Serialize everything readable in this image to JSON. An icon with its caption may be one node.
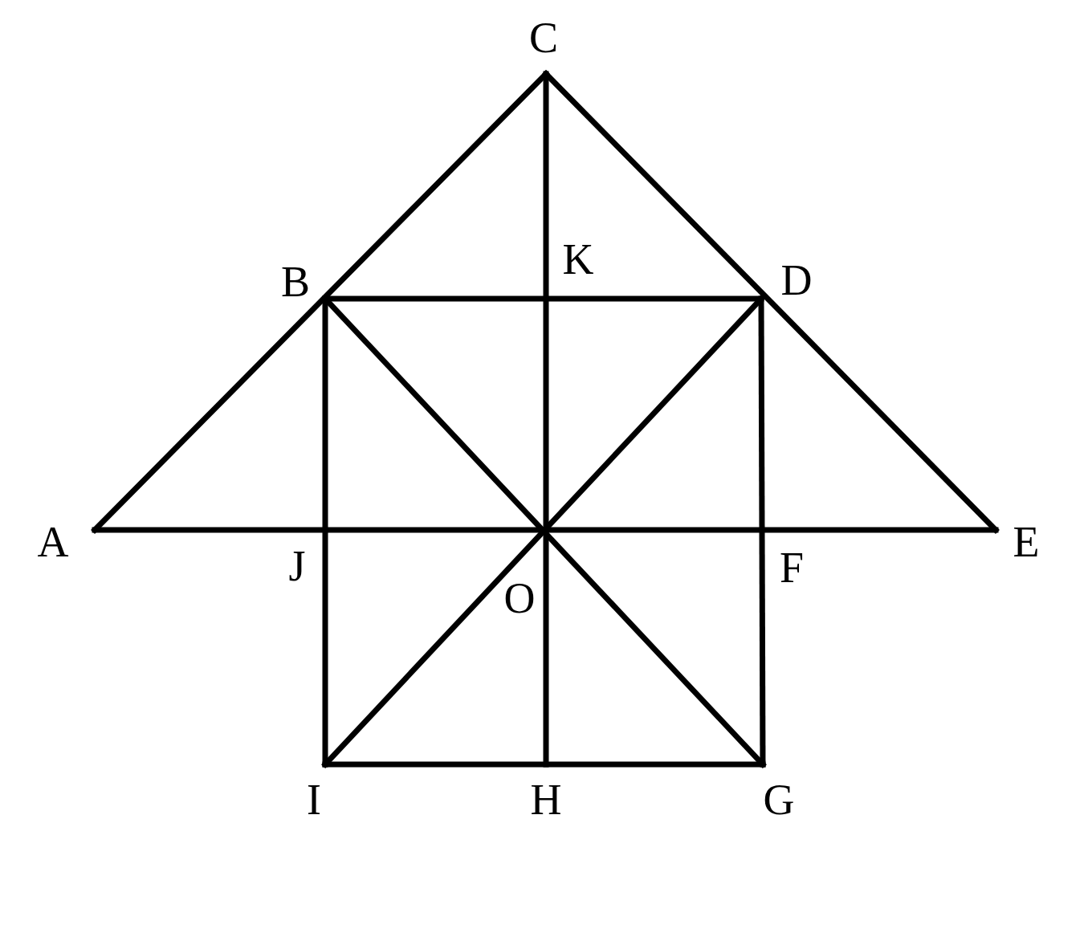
{
  "diagram": {
    "labels": [
      "C",
      "K",
      "B",
      "D",
      "A",
      "E",
      "J",
      "F",
      "O",
      "I",
      "H",
      "G"
    ]
  }
}
